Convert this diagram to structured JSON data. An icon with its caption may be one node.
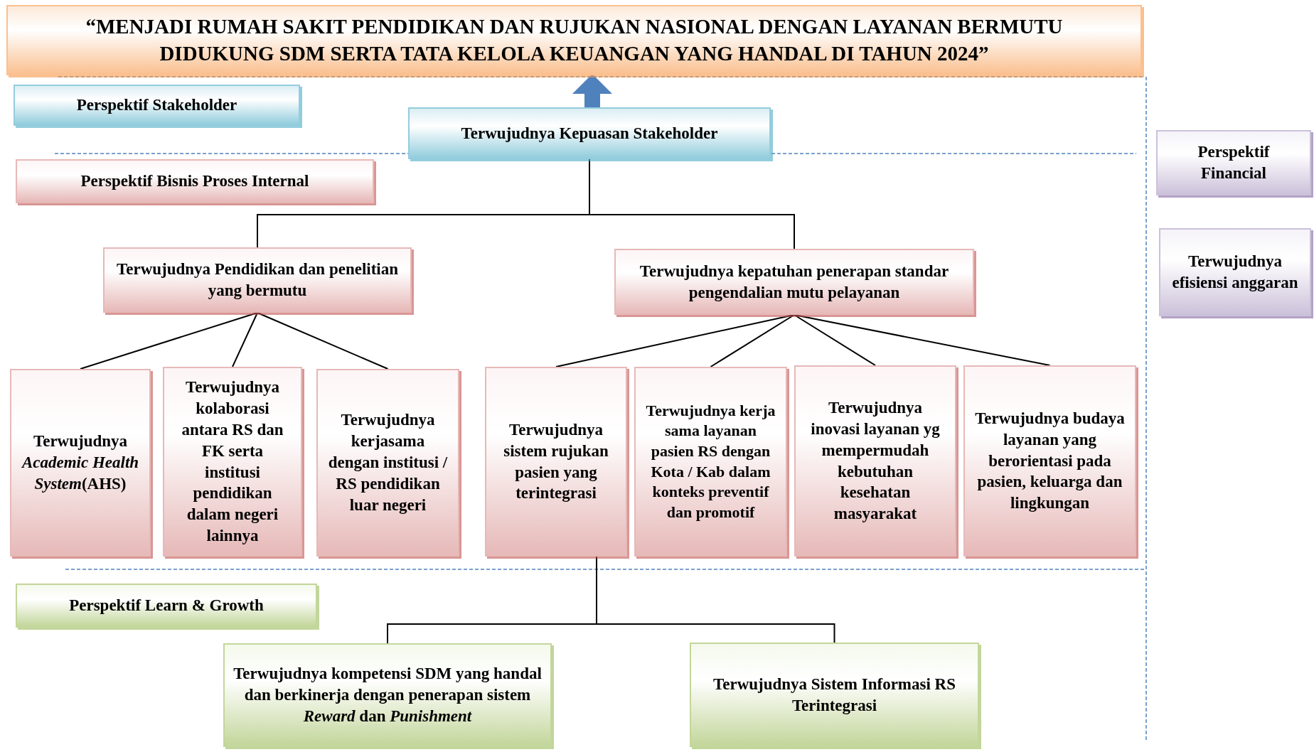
{
  "diagram": {
    "nodes": [
      {
        "text": [
          "“MENJADI RUMAH SAKIT PENDIDIKAN DAN RUJUKAN NASIONAL DENGAN LAYANAN BERMUTU DIDUKUNG SDM SERTA TATA KELOLA KEUANGAN YANG HANDAL DI TAHUN 2024”"
        ]
      },
      {
        "text": [
          "Perspektif Stakeholder"
        ]
      },
      {
        "text": [
          "Terwujudnya Kepuasan Stakeholder"
        ]
      },
      {
        "text": [
          "Perspektif Financial"
        ]
      },
      {
        "text": [
          "Perspektif Bisnis Proses Internal"
        ]
      },
      {
        "text": [
          "Terwujudnya efisiensi anggaran"
        ]
      },
      {
        "text": [
          "Terwujudnya Pendidikan dan penelitian yang bermutu"
        ]
      },
      {
        "text": [
          "Terwujudnya kepatuhan penerapan standar pengendalian mutu pelayanan"
        ]
      },
      {
        "text": [
          "Terwujudnya *Academic Health System*(AHS)"
        ]
      },
      {
        "text": [
          "Terwujudnya kolaborasi antara RS dan FK serta institusi pendidikan dalam negeri lainnya"
        ]
      },
      {
        "text": [
          "Terwujudnya kerjasama dengan institusi / RS pendidikan luar negeri"
        ]
      },
      {
        "text": [
          "Terwujudnya sistem rujukan pasien yang terintegrasi"
        ]
      },
      {
        "text": [
          "Terwujudnya kerja sama layanan pasien RS dengan Kota / Kab dalam konteks preventif dan promotif"
        ]
      },
      {
        "text": [
          "Terwujudnya inovasi layanan yg mempermudah kebutuhan kesehatan masyarakat"
        ]
      },
      {
        "text": [
          "Terwujudnya budaya layanan yang berorientasi pada pasien, keluarga dan lingkungan"
        ]
      },
      {
        "text": [
          "Perspektif Learn & Growth"
        ]
      },
      {
        "text": [
          "Terwujudnya kompetensi SDM yang handal dan berkinerja dengan penerapan sistem *Reward* dan *Punishment*"
        ]
      },
      {
        "text": [
          "Terwujudnya Sistem Informasi RS Terintegrasi"
        ]
      }
    ],
    "edges": [
      {
        "from": 2,
        "to": 0,
        "arrow": "to",
        "style": "thick",
        "color": "#4f81bd"
      },
      {
        "from": 2,
        "to": 6,
        "arrow": "none"
      },
      {
        "from": 2,
        "to": 7,
        "arrow": "none"
      },
      {
        "from": 6,
        "to": 8,
        "arrow": "none"
      },
      {
        "from": 6,
        "to": 9,
        "arrow": "none"
      },
      {
        "from": 6,
        "to": 10,
        "arrow": "none"
      },
      {
        "from": 7,
        "to": 11,
        "arrow": "none"
      },
      {
        "from": 7,
        "to": 12,
        "arrow": "none"
      },
      {
        "from": 7,
        "to": 13,
        "arrow": "none"
      },
      {
        "from": 7,
        "to": 14,
        "arrow": "none"
      },
      {
        "from": 11,
        "to": 16,
        "arrow": "none"
      },
      {
        "from": 11,
        "to": 17,
        "arrow": "none"
      }
    ]
  }
}
